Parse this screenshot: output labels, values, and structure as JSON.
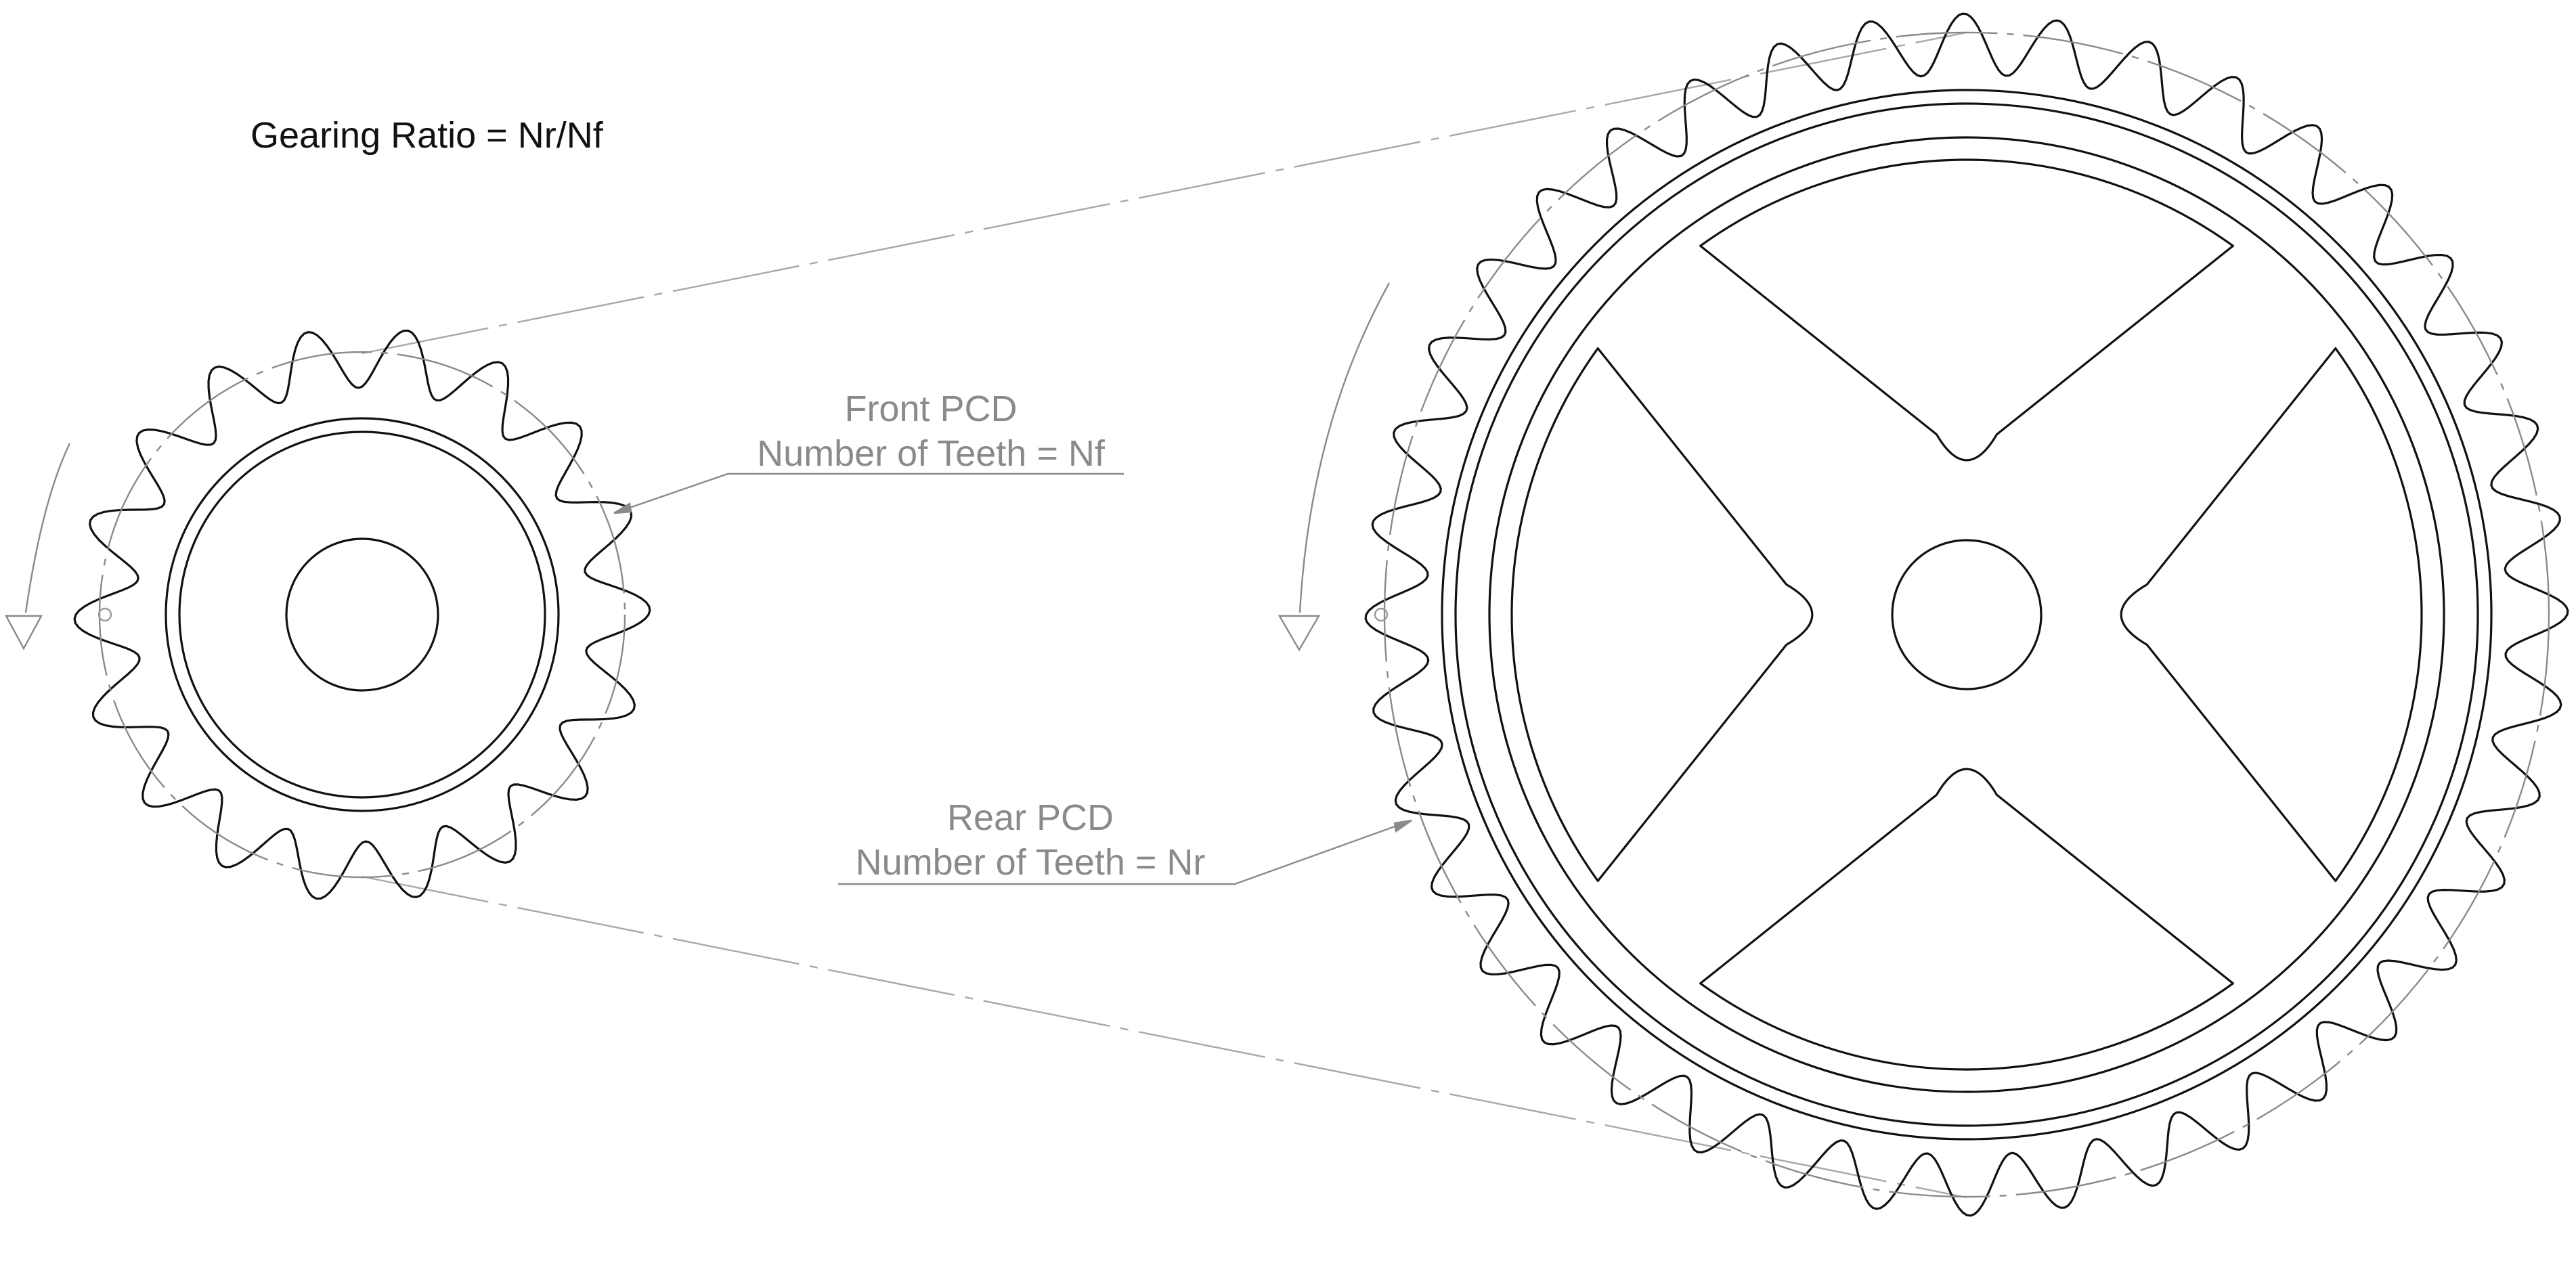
{
  "formula": "Gearing Ratio = Nr/Nf",
  "front": {
    "label_line1": "Front PCD",
    "label_line2": "Number of Teeth = Nf",
    "teeth_drawn": 18
  },
  "rear": {
    "label_line1": "Rear PCD",
    "label_line2": "Number of Teeth = Nr",
    "teeth_drawn": 40,
    "spokes_drawn": 4
  },
  "colors": {
    "ink": "#111111",
    "annotation": "#8a8a8a",
    "chain_line": "#a8a8a8",
    "background": "#ffffff"
  }
}
